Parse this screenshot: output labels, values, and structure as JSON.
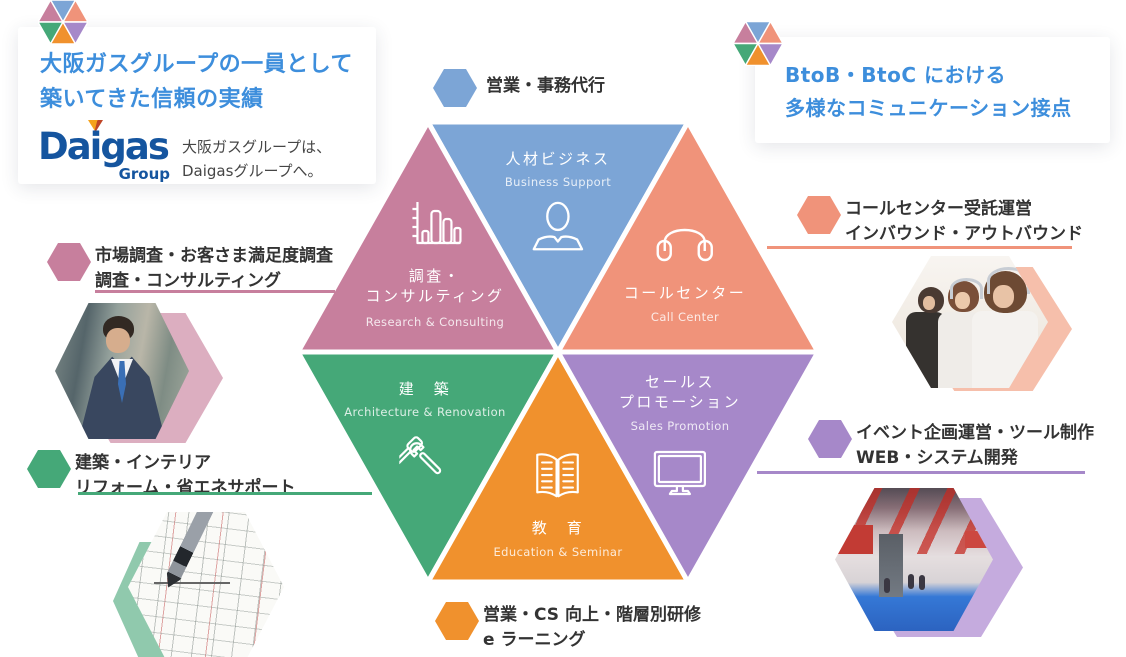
{
  "palette": {
    "c-blue": "#7CA5D6",
    "c-pink": "#C77F9D",
    "c-salmon": "#F0937A",
    "c-green": "#45A878",
    "c-orange": "#F0912D",
    "c-purple": "#A688C9",
    "heading-blue": "#3D8EDC",
    "logo-blue": "#15559F",
    "label-text": "#333333",
    "tint-pink": "#DCAEC0",
    "tint-salmon": "#F6BFAB",
    "tint-purple": "#C5ABDE",
    "tint-green": "#90C9AD"
  },
  "card_left": {
    "title_line1": "大阪ガスグループの一員として",
    "title_line2": "築いてきた信頼の実績",
    "logo_brand": "Daigas",
    "logo_group": "Group",
    "caption_line1": "大阪ガスグループは、",
    "caption_line2": "Daigasグループへ。"
  },
  "card_right": {
    "title_line1": "BtoB・BtoC における",
    "title_line2": "多様なコミュニケーション接点"
  },
  "segments": {
    "business": {
      "jp": "人材ビジネス",
      "en": "Business Support",
      "icon": "person-icon"
    },
    "research": {
      "jp1": "調査・",
      "jp2": "コンサルティング",
      "en": "Research & Consulting",
      "icon": "bar-chart-icon"
    },
    "call": {
      "jp": "コールセンター",
      "en": "Call Center",
      "icon": "headphones-icon"
    },
    "architecture": {
      "jp": "建　築",
      "en": "Architecture & Renovation",
      "icon": "tools-icon"
    },
    "education": {
      "jp": "教　育",
      "en": "Education & Seminar",
      "icon": "open-book-icon"
    },
    "sales": {
      "jp1": "セールス",
      "jp2": "プロモーション",
      "en": "Sales Promotion",
      "icon": "monitor-icon"
    }
  },
  "labels": {
    "sales_admin": {
      "line1": "営業・事務代行"
    },
    "research": {
      "line1": "市場調査・お客さま満足度調査",
      "line2": "調査・コンサルティング"
    },
    "call": {
      "line1": "コールセンター受託運営",
      "line2": "インバウンド・アウトバウンド"
    },
    "event": {
      "line1": "イベント企画運営・ツール制作",
      "line2": "WEB・システム開発"
    },
    "architecture": {
      "line1": "建築・インテリア",
      "line2": "リフォーム・省エネサポート"
    },
    "education": {
      "line1": "営業・CS 向上・階層別研修",
      "line2": "e ラーニング"
    }
  },
  "photos": {
    "businessman": "businessman in suit",
    "call_center": "call center operators with headsets",
    "event": "exhibition event hall",
    "blueprint": "architectural blueprint with pencil"
  }
}
